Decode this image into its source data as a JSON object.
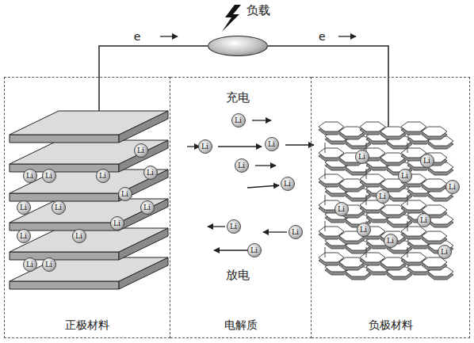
{
  "diagram": {
    "nodes": [
      {
        "text": [
          "负载"
        ]
      },
      {
        "text": [
          "正极材料"
        ]
      },
      {
        "text": [
          "Li"
        ],
        "in": 1
      },
      {
        "text": [
          "Li"
        ],
        "in": 1
      },
      {
        "text": [
          "Li"
        ],
        "in": 1
      },
      {
        "text": [
          "Li"
        ],
        "in": 1
      },
      {
        "text": [
          "Li"
        ],
        "in": 1
      },
      {
        "text": [
          "Li"
        ],
        "in": 1
      },
      {
        "text": [
          "Li"
        ],
        "in": 1
      },
      {
        "text": [
          "Li"
        ],
        "in": 1
      },
      {
        "text": [
          "Li"
        ],
        "in": 1
      },
      {
        "text": [
          "Li"
        ],
        "in": 1
      },
      {
        "text": [
          "Li"
        ],
        "in": 1
      },
      {
        "text": [
          "Li"
        ],
        "in": 1
      },
      {
        "text": [
          "Li"
        ],
        "in": 1
      },
      {
        "text": [
          "Li"
        ],
        "in": 1
      },
      {
        "text": [
          "电解质"
        ]
      },
      {
        "text": [
          "Li"
        ],
        "in": 16
      },
      {
        "text": [
          "Li"
        ],
        "in": 16
      },
      {
        "text": [
          "Li"
        ],
        "in": 16
      },
      {
        "text": [
          "Li"
        ],
        "in": 16
      },
      {
        "text": [
          "Li"
        ],
        "in": 16
      },
      {
        "text": [
          "Li"
        ],
        "in": 16
      },
      {
        "text": [
          "Li"
        ],
        "in": 16
      },
      {
        "text": [
          "Li"
        ],
        "in": 16
      },
      {
        "text": [
          "负极材料"
        ]
      },
      {
        "text": [
          "Li"
        ],
        "in": 25
      },
      {
        "text": [
          "Li"
        ],
        "in": 25
      },
      {
        "text": [
          "Li"
        ],
        "in": 25
      },
      {
        "text": [
          "Li"
        ],
        "in": 25
      },
      {
        "text": [
          "Li"
        ],
        "in": 25
      },
      {
        "text": [
          "Li"
        ],
        "in": 25
      },
      {
        "text": [
          "Li"
        ],
        "in": 25
      },
      {
        "text": [
          "Li"
        ],
        "in": 25
      },
      {
        "text": [
          "Li"
        ],
        "in": 25
      },
      {
        "text": [
          "Li"
        ],
        "in": 25
      }
    ],
    "edges": [
      {
        "from": 1,
        "to": 0,
        "arrow": "none",
        "label": "e"
      },
      {
        "from": 0,
        "to": 25,
        "arrow": "none",
        "label": "e"
      }
    ],
    "labels": [
      "充电",
      "放电"
    ]
  }
}
